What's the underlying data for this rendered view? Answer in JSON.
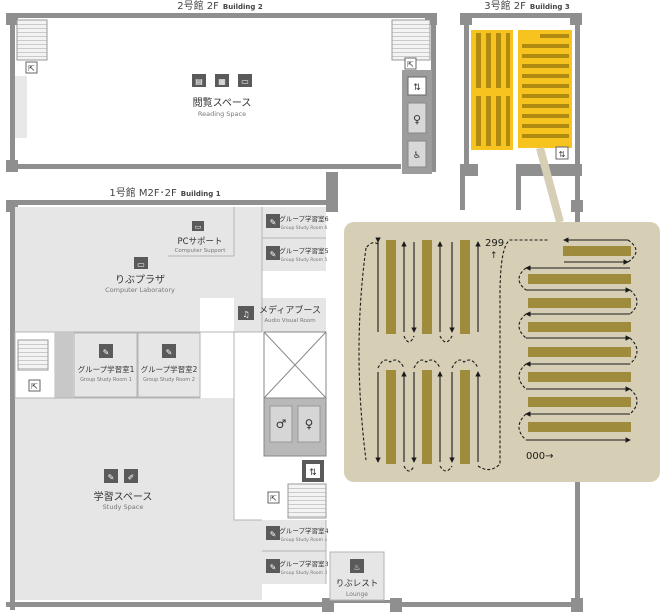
{
  "building2": {
    "title": "2号館 2F",
    "title_en": "Building 2",
    "reading_space": "閲覧スペース",
    "reading_space_en": "Reading Space"
  },
  "building3": {
    "title": "3号館 2F",
    "title_en": "Building 3"
  },
  "building1": {
    "title": "1号館 M2F･2F",
    "title_en": "Building 1",
    "pc_support": "PCサポート",
    "pc_support_en": "Computer Support",
    "library_plaza": "りぶプラザ",
    "library_plaza_en": "Computer Laboratory",
    "media_booth": "メディアブース",
    "media_booth_en": "Audio Visual Room",
    "group_room_6": "グループ学習室6",
    "group_room_6_en": "Group Study Room 6",
    "group_room_5": "グループ学習室5",
    "group_room_5_en": "Group Study Room 5",
    "group_room_1": "グループ学習室1",
    "group_room_1_en": "Group Study Room 1",
    "group_room_2": "グループ学習室2",
    "group_room_2_en": "Group Study Room 2",
    "group_room_4": "グループ学習室4",
    "group_room_4_en": "Group Study Room 4",
    "group_room_3": "グループ学習室3",
    "group_room_3_en": "Group Study Room 3",
    "study_space": "学習スペース",
    "study_space_en": "Study Space",
    "lounge": "りぶレスト",
    "lounge_en": "Lounge"
  },
  "shelf_inset": {
    "start_number": "000→",
    "end_number": "299",
    "end_arrow": "↑"
  },
  "colors": {
    "wall": "#8f8f8f",
    "room_fill": "#e6e6e6",
    "stack_highlight": "#f7c31f",
    "inset_background": "#d6cfb5",
    "shelf": "#9e8b3c"
  },
  "icons": [
    "emergency-exit-icon",
    "stairs-icon",
    "elevator-icon",
    "restroom-icon",
    "multipurpose-restroom-icon",
    "book-icon",
    "newspaper-icon",
    "computer-icon",
    "group-study-icon",
    "audio-visual-icon",
    "lounge-icon"
  ]
}
